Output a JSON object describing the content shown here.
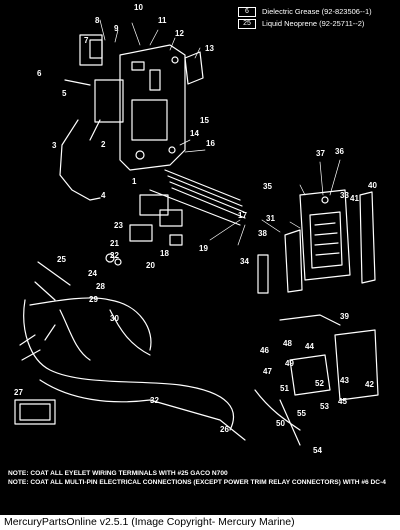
{
  "legend": [
    {
      "symbol": "6",
      "text": "Dielectric Grease (92-823506--1)"
    },
    {
      "symbol": "25",
      "text": "Liquid Neoprene (92-25711--2)"
    }
  ],
  "callouts": [
    "1",
    "2",
    "3",
    "4",
    "5",
    "6",
    "7",
    "8",
    "9",
    "10",
    "11",
    "12",
    "13",
    "14",
    "15",
    "16",
    "17",
    "18",
    "19",
    "20",
    "21",
    "22",
    "23",
    "24",
    "25",
    "26",
    "27",
    "28",
    "29",
    "30",
    "31",
    "32",
    "33",
    "34",
    "35",
    "36",
    "37",
    "38",
    "39",
    "40",
    "41",
    "42",
    "43",
    "44",
    "45",
    "46",
    "47",
    "48",
    "49",
    "50",
    "51",
    "52",
    "53",
    "54",
    "55"
  ],
  "notes": [
    "NOTE: COAT ALL EYELET WIRING TERMINALS WITH #25 GACO N700",
    "NOTE: COAT ALL MULTI-PIN ELECTRICAL CONNECTIONS (EXCEPT POWER TRIM RELAY CONNECTORS) WITH #6 DC-4"
  ],
  "footer": "MercuryPartsOnline v2.5.1 (Image Copyright- Mercury Marine)"
}
